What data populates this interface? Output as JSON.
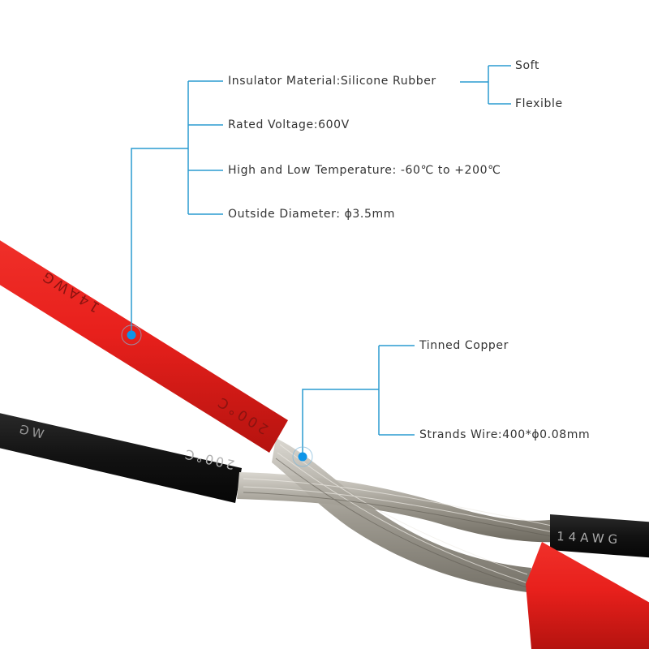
{
  "colors": {
    "accent": "#2a9bd0",
    "dot": "#0e95e8",
    "red_wire": "#e8201c",
    "black_wire": "#141414",
    "text": "#333333"
  },
  "insulation_callout": {
    "items": [
      {
        "label": "Insulator Material:Silicone Rubber",
        "sub": [
          "Soft",
          "Flexible"
        ]
      },
      {
        "label": "Rated Voltage:600V"
      },
      {
        "label": "High and Low Temperature: -60℃ to +200℃"
      },
      {
        "label": "Outside Diameter: ϕ3.5mm"
      }
    ]
  },
  "conductor_callout": {
    "items": [
      {
        "label": "Tinned Copper"
      },
      {
        "label": "Strands Wire:400*ϕ0.08mm"
      }
    ]
  },
  "wire_markings": {
    "red_wire": [
      "14AWG",
      "200°C"
    ],
    "black_wire": [
      "WG",
      "200°C",
      "14AWG"
    ]
  }
}
